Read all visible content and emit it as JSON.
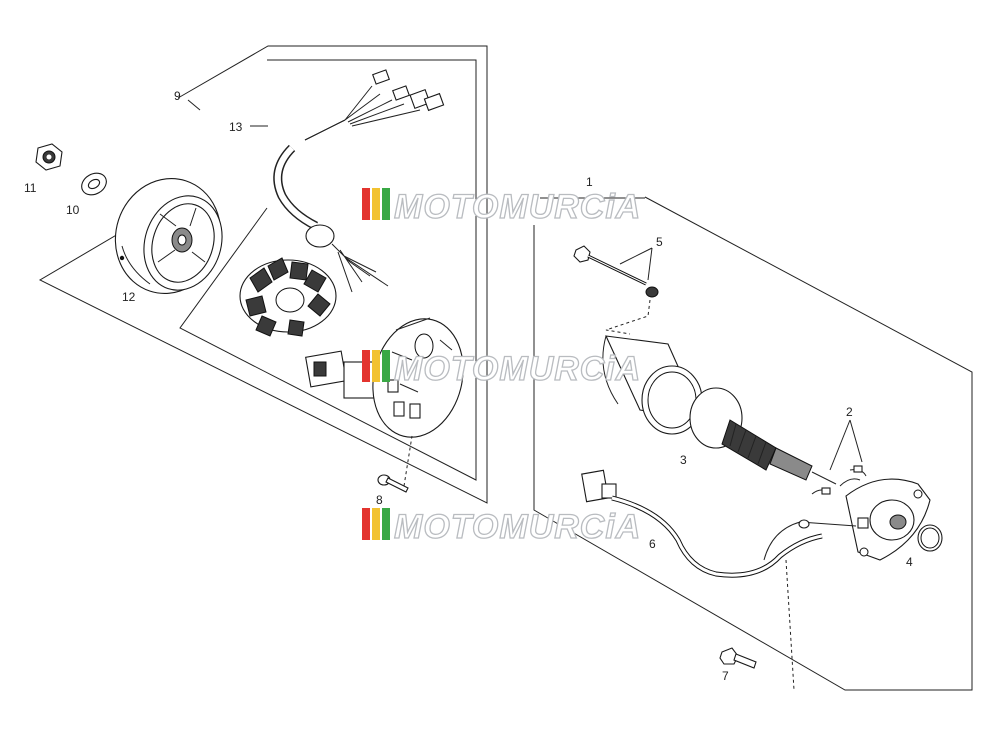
{
  "watermark": {
    "text": "MOTOMURCiA",
    "stripe_colors": [
      "#e3342f",
      "#f2c230",
      "#39a845"
    ]
  },
  "callouts": {
    "c1": "1",
    "c2": "2",
    "c3": "3",
    "c4": "4",
    "c5": "5",
    "c6": "6",
    "c7": "7",
    "c8": "8",
    "c9": "9",
    "c10": "10",
    "c11": "11",
    "c12": "12",
    "c13": "13"
  }
}
